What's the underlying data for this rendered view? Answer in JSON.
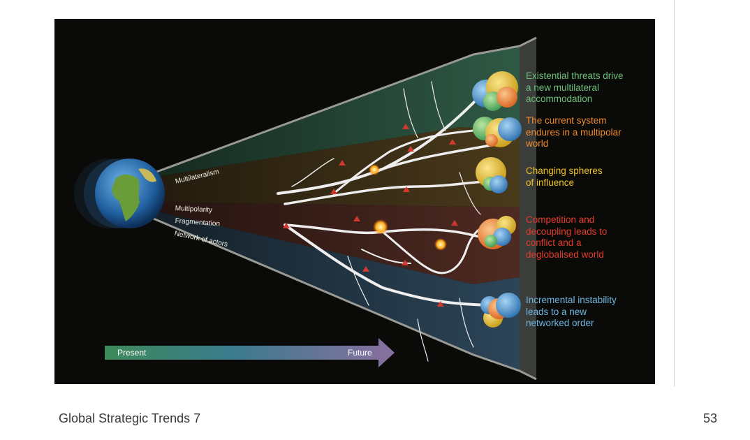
{
  "footer": {
    "title": "Global Strategic Trends 7",
    "page_number": "53"
  },
  "diagram": {
    "timeline": {
      "start_label": "Present",
      "end_label": "Future"
    },
    "trend_labels": {
      "multilateralism": "Multilateralism",
      "multipolarity": "Multipolarity",
      "fragmentation": "Fragmentation",
      "network": "Network of actors"
    },
    "outcomes": [
      {
        "text": "Existential threats drive a new multilateral accommodation",
        "color": "#6cc07a"
      },
      {
        "text": "The current system endures in a multipolar world",
        "color": "#f08a2e"
      },
      {
        "text": "Changing spheres of influence",
        "color": "#f2c21b"
      },
      {
        "text": "Competition and decoupling leads to conflict and a deglobalised world",
        "color": "#e53b2c"
      },
      {
        "text": "Incremental instability leads to a new networked order",
        "color": "#6fb6e3"
      }
    ]
  }
}
